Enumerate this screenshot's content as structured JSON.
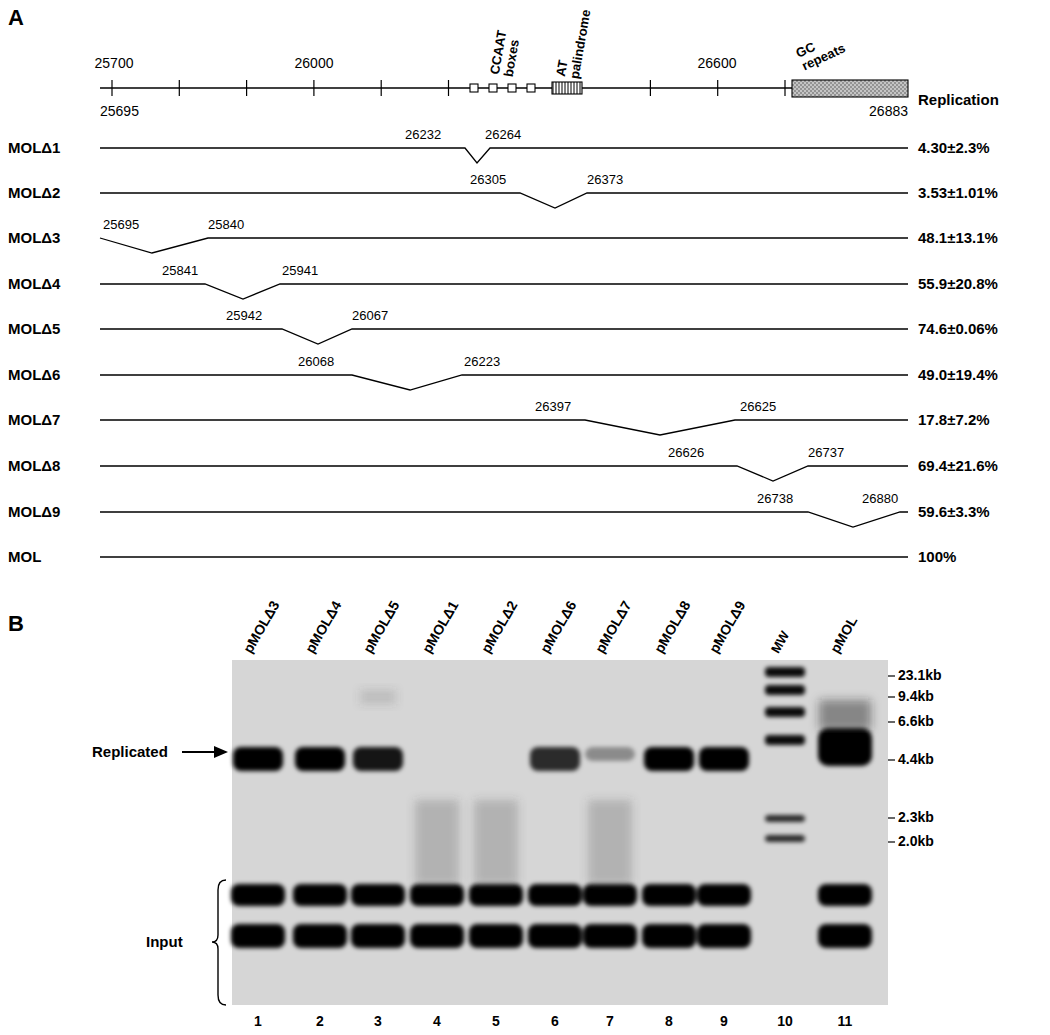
{
  "diagram": {
    "labels": [
      "A",
      "25700",
      "26000",
      "26600",
      "25695",
      "26883",
      "CCAAT boxes",
      "AT palindrome",
      "GC repeats",
      "Replication",
      "MOLΔ1",
      "26232",
      "26264",
      "4.30±2.3%",
      "MOLΔ2",
      "26305",
      "26373",
      "3.53±1.01%",
      "MOLΔ3",
      "25695",
      "25840",
      "48.1±13.1%",
      "MOLΔ4",
      "25841",
      "25941",
      "55.9±20.8%",
      "MOLΔ5",
      "25942",
      "26067",
      "74.6±0.06%",
      "MOLΔ6",
      "26068",
      "26223",
      "49.0±19.4%",
      "MOLΔ7",
      "26397",
      "26625",
      "17.8±7.2%",
      "MOLΔ8",
      "26626",
      "26737",
      "69.4±21.6%",
      "MOLΔ9",
      "26738",
      "26880",
      "59.6±3.3%",
      "MOL",
      "100%",
      "B",
      "pMOLΔ3",
      "pMOLΔ4",
      "pMOLΔ5",
      "pMOLΔ1",
      "pMOLΔ2",
      "pMOLΔ6",
      "pMOLΔ7",
      "pMOLΔ8",
      "pMOLΔ9",
      "MW",
      "pMOL",
      "23.1kb",
      "9.4kb",
      "6.6kb",
      "4.4kb",
      "2.3kb",
      "2.0kb",
      "Replicated",
      "Input",
      "1",
      "2",
      "3",
      "4",
      "5",
      "6",
      "7",
      "8",
      "9",
      "10",
      "11"
    ]
  }
}
